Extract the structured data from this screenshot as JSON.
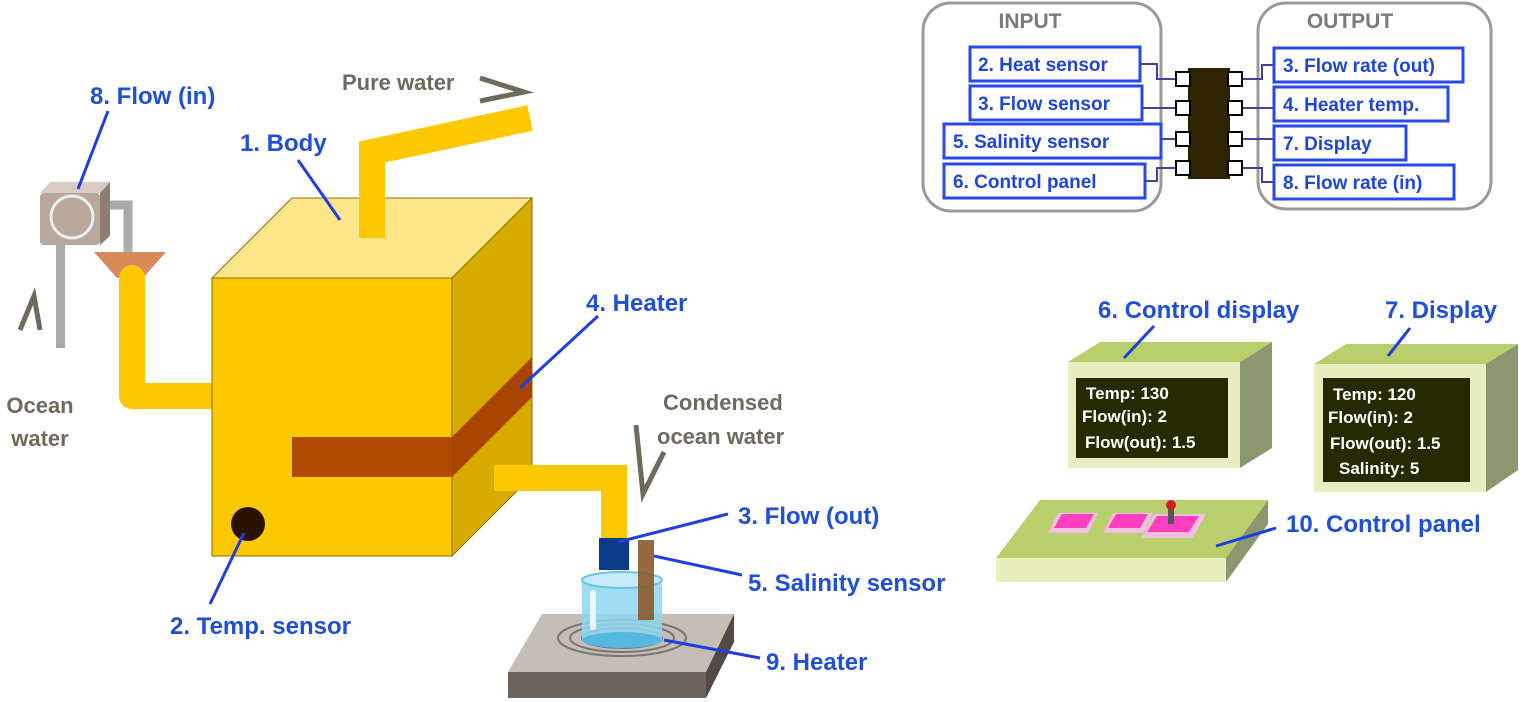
{
  "colors": {
    "body_yellow": "#fcc800",
    "body_top": "#fde58a",
    "body_side": "#d8ab00",
    "heater_band": "#b04a00",
    "label_blue": "#1f4fd6",
    "label_gray": "#6e6a5c",
    "panel_green": "#b8cf6b",
    "screen_dark": "#262a00",
    "button_pink": "#ff3fc0"
  },
  "system": {
    "body": "1. Body",
    "temp_sensor": "2. Temp. sensor",
    "flow_out": "3. Flow (out)",
    "heater": "4. Heater",
    "salinity_sensor": "5. Salinity sensor",
    "flow_in": "8. Flow (in)",
    "heater_bottom": "9. Heater",
    "pure_water": "Pure water",
    "ocean_water_line1": "Ocean",
    "ocean_water_line2": "water",
    "condensed_line1": "Condensed",
    "condensed_line2": "ocean water"
  },
  "io": {
    "input_title": "INPUT",
    "output_title": "OUTPUT",
    "inputs": [
      "2. Heat sensor",
      "3. Flow sensor",
      "5. Salinity sensor",
      "6. Control panel"
    ],
    "outputs": [
      "3. Flow rate (out)",
      "4. Heater temp.",
      "7. Display",
      "8. Flow rate (in)"
    ]
  },
  "devices": {
    "control_display_label": "6. Control display",
    "display_label": "7. Display",
    "control_panel_label": "10. Control panel",
    "control_display_lines": [
      "Temp: 130",
      "Flow(in): 2",
      "Flow(out): 1.5"
    ],
    "display_lines": [
      "Temp: 120",
      "Flow(in): 2",
      "Flow(out): 1.5",
      "Salinity: 5"
    ]
  }
}
